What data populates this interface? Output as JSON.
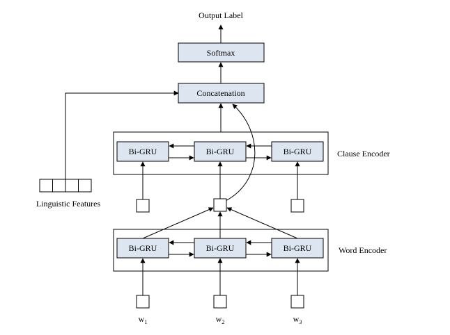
{
  "labels": {
    "output": "Output Label",
    "softmax": "Softmax",
    "concatenation": "Concatenation",
    "clause_encoder": "Clause Encoder",
    "word_encoder": "Word Encoder",
    "linguistic_features": "Linguistic Features"
  },
  "bigru_label": "Bi-GRU",
  "word_inputs": [
    {
      "base": "w",
      "sub": "1"
    },
    {
      "base": "w",
      "sub": "2"
    },
    {
      "base": "w",
      "sub": "3"
    }
  ],
  "colors": {
    "box_fill": "#dde5f1",
    "stroke": "#000000",
    "background": "#ffffff"
  }
}
